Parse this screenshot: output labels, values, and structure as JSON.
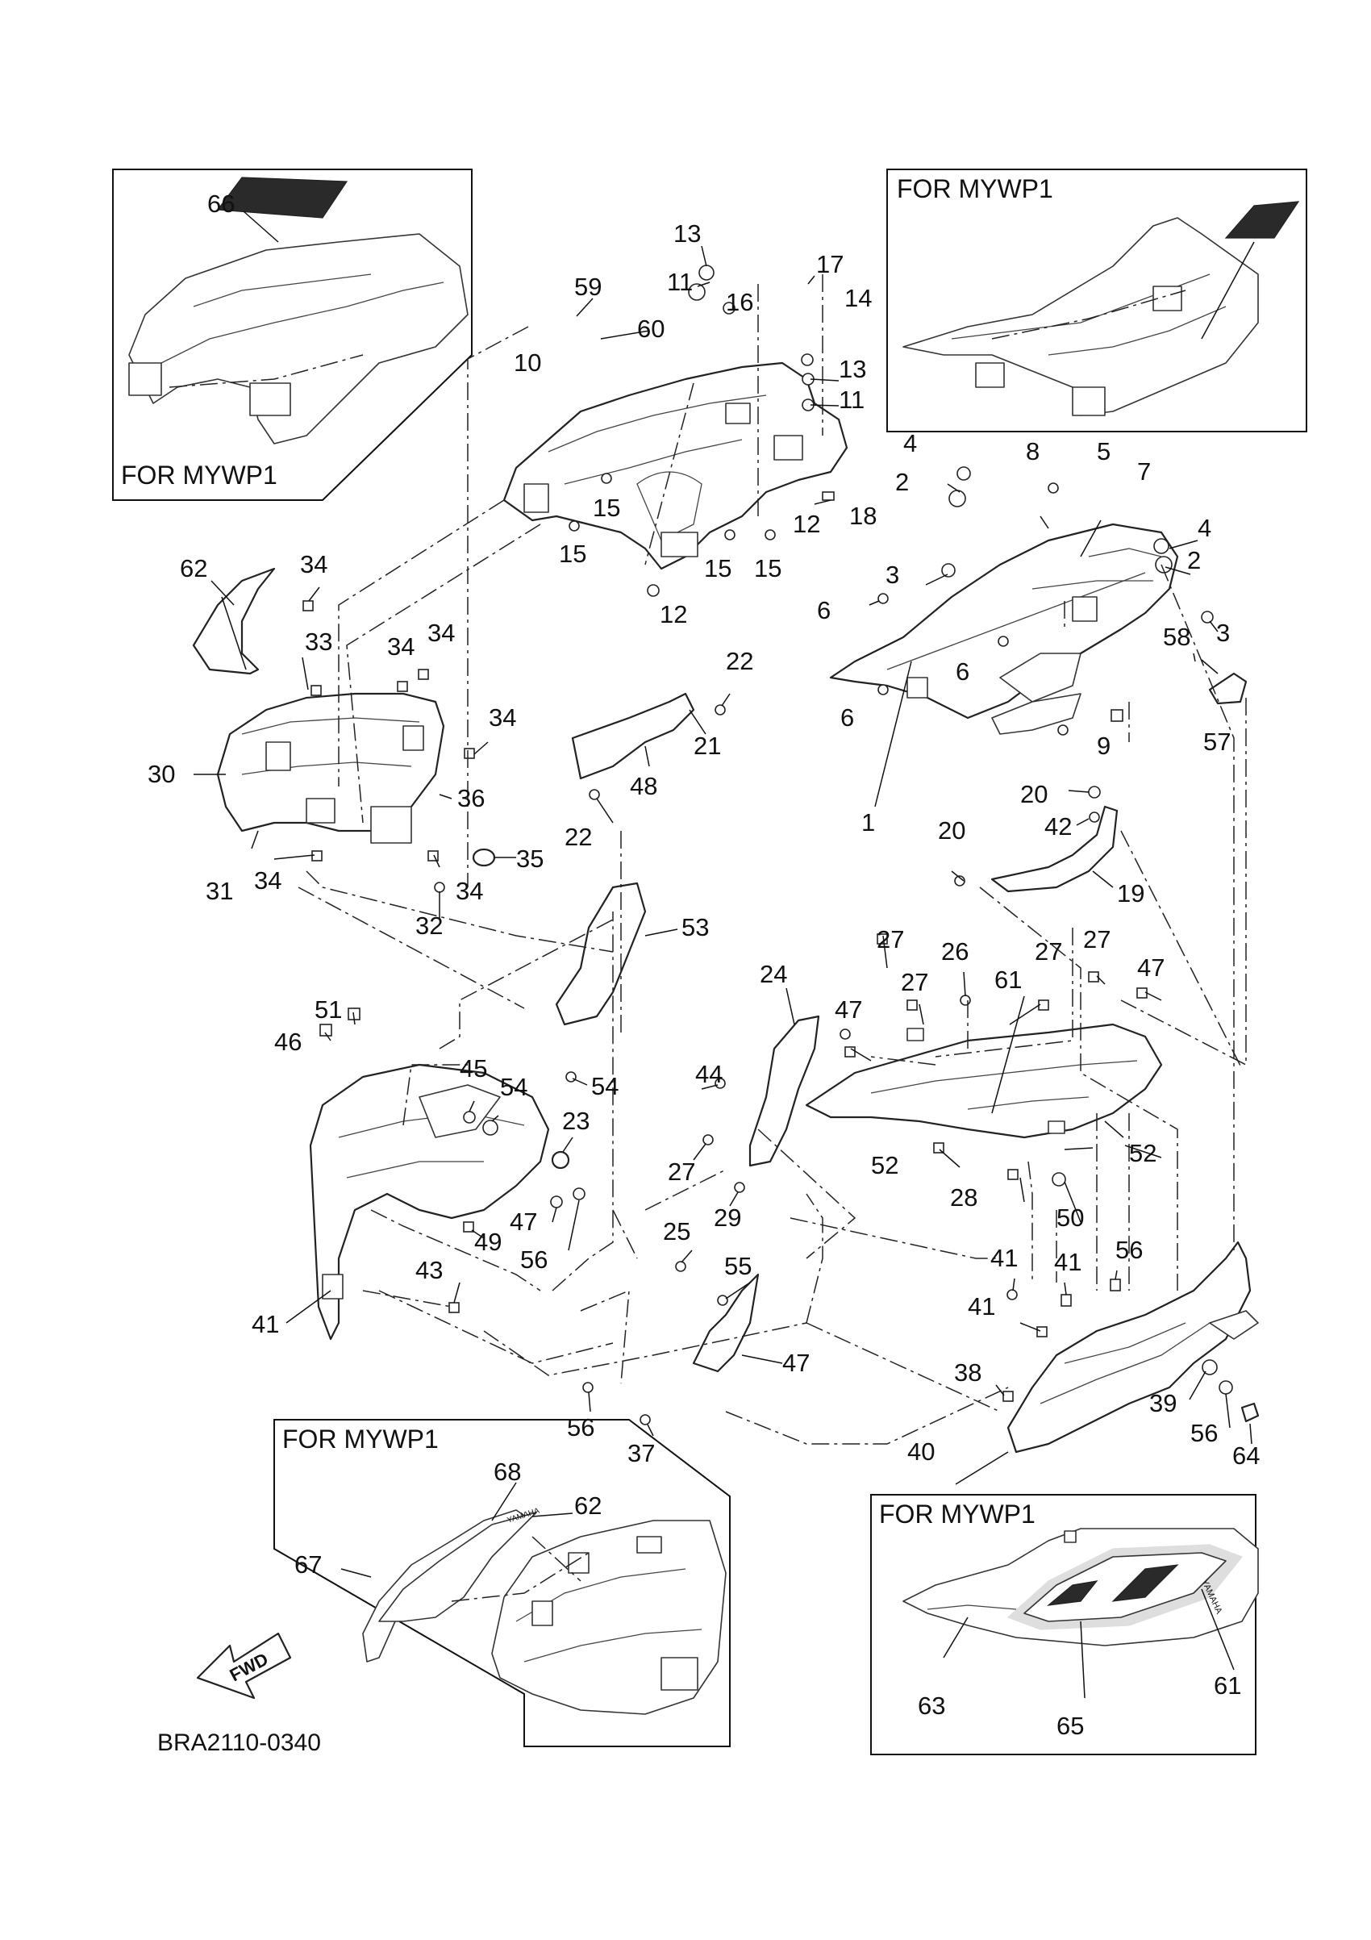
{
  "diagram_code": "BRA2110-0340",
  "fwd_label": "FWD",
  "insets": [
    {
      "title": "FOR MYWP1"
    },
    {
      "title": "FOR MYWP1"
    },
    {
      "title": "FOR MYWP1"
    },
    {
      "title": "FOR MYWP1"
    }
  ],
  "decal_text": {
    "logo": "YAMAHA",
    "logo_small": "YAMAHA"
  },
  "callouts": [
    "66",
    "13",
    "11",
    "17",
    "59",
    "16",
    "14",
    "60",
    "13",
    "10",
    "11",
    "15",
    "12",
    "18",
    "15",
    "15",
    "15",
    "12",
    "4",
    "8",
    "5",
    "2",
    "7",
    "4",
    "2",
    "3",
    "6",
    "3",
    "6",
    "6",
    "58",
    "9",
    "57",
    "1",
    "62",
    "34",
    "33",
    "34",
    "34",
    "22",
    "30",
    "34",
    "36",
    "48",
    "21",
    "35",
    "22",
    "31",
    "34",
    "34",
    "32",
    "20",
    "42",
    "20",
    "19",
    "53",
    "27",
    "26",
    "27",
    "61",
    "27",
    "27",
    "47",
    "51",
    "24",
    "47",
    "46",
    "45",
    "54",
    "54",
    "44",
    "23",
    "52",
    "27",
    "52",
    "29",
    "28",
    "50",
    "47",
    "49",
    "56",
    "25",
    "41",
    "41",
    "56",
    "55",
    "47",
    "43",
    "41",
    "41",
    "38",
    "39",
    "56",
    "56",
    "37",
    "40",
    "64",
    "68",
    "62",
    "67",
    "61",
    "63",
    "65"
  ]
}
